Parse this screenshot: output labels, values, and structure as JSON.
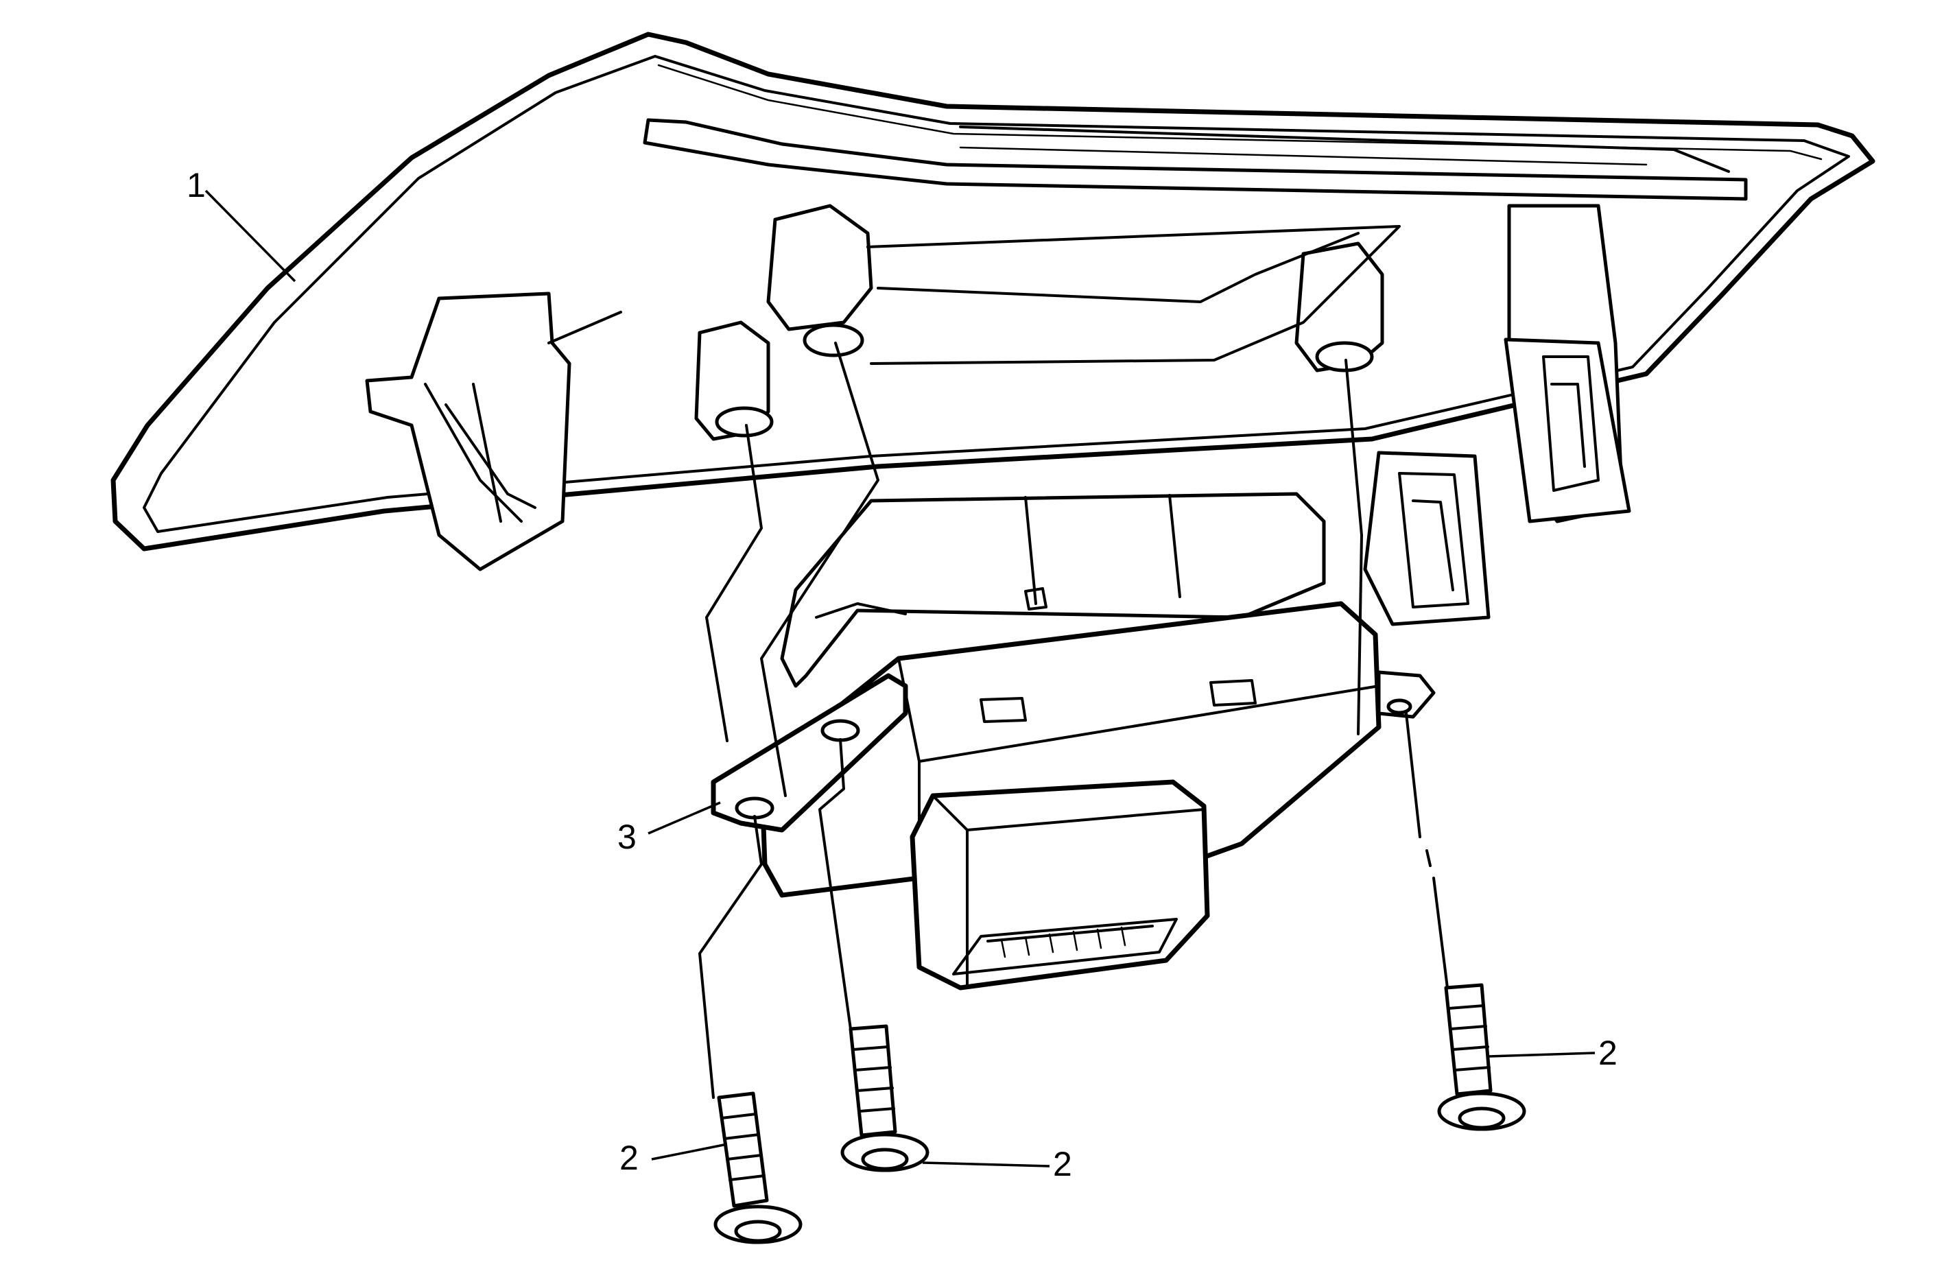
{
  "diagram": {
    "callouts": [
      {
        "id": "c1",
        "text": "1",
        "part": "trim-panel"
      },
      {
        "id": "c2a",
        "text": "2",
        "part": "screw"
      },
      {
        "id": "c2b",
        "text": "2",
        "part": "screw"
      },
      {
        "id": "c2c",
        "text": "2",
        "part": "screw"
      },
      {
        "id": "c3",
        "text": "3",
        "part": "module"
      }
    ]
  }
}
